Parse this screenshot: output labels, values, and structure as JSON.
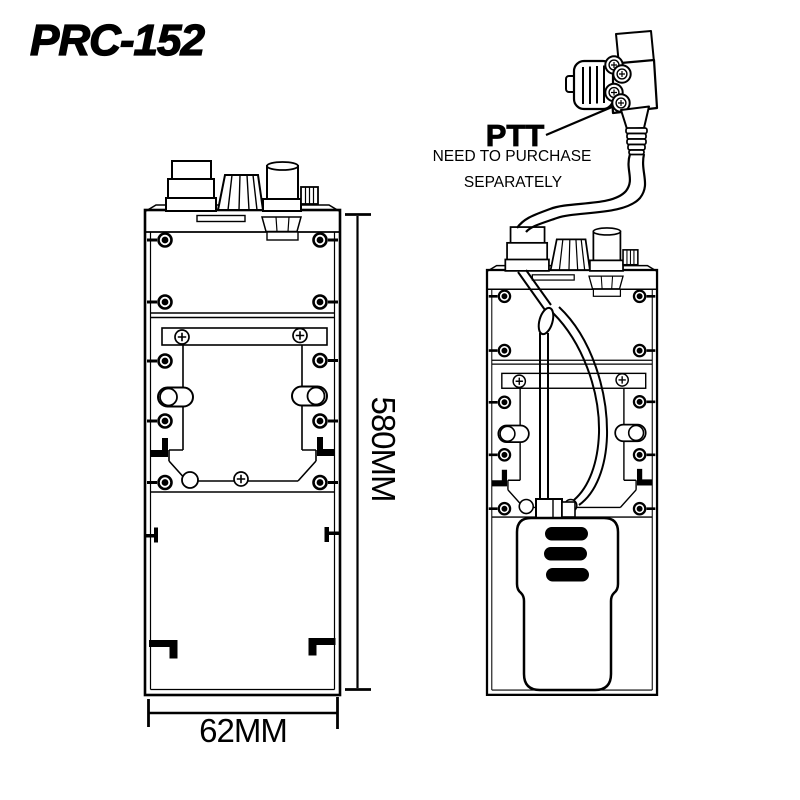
{
  "title": "PRC-152",
  "ptt_callout": {
    "label": "PTT",
    "note_line1": "NEED TO PURCHASE",
    "note_line2": "SEPARATELY"
  },
  "dimensions": {
    "height_label": "580MM",
    "width_label": "62MM"
  },
  "colors": {
    "line": "#000000",
    "background": "#ffffff",
    "text": "#000000"
  }
}
